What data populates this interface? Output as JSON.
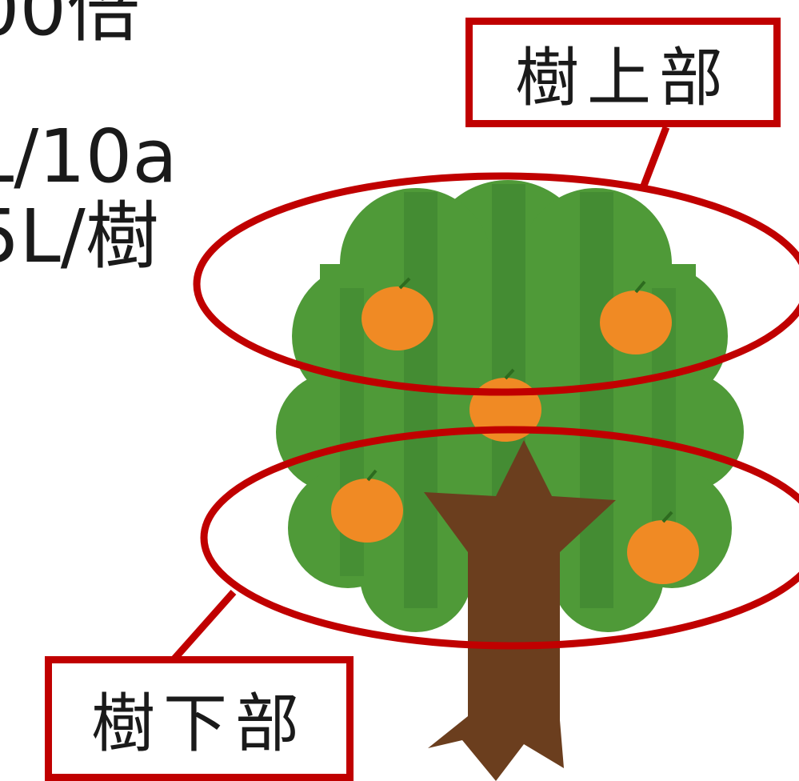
{
  "left_text": {
    "line1": "00倍",
    "line2": "L/10a",
    "line3": "5L/樹"
  },
  "labels": {
    "top": "樹上部",
    "bottom": "樹下部"
  },
  "colors": {
    "accent_red": "#c00000",
    "foliage": "#4f9a38",
    "foliage_dark": "#3d8330",
    "trunk": "#6b3e1e",
    "fruit": "#f08a24"
  }
}
